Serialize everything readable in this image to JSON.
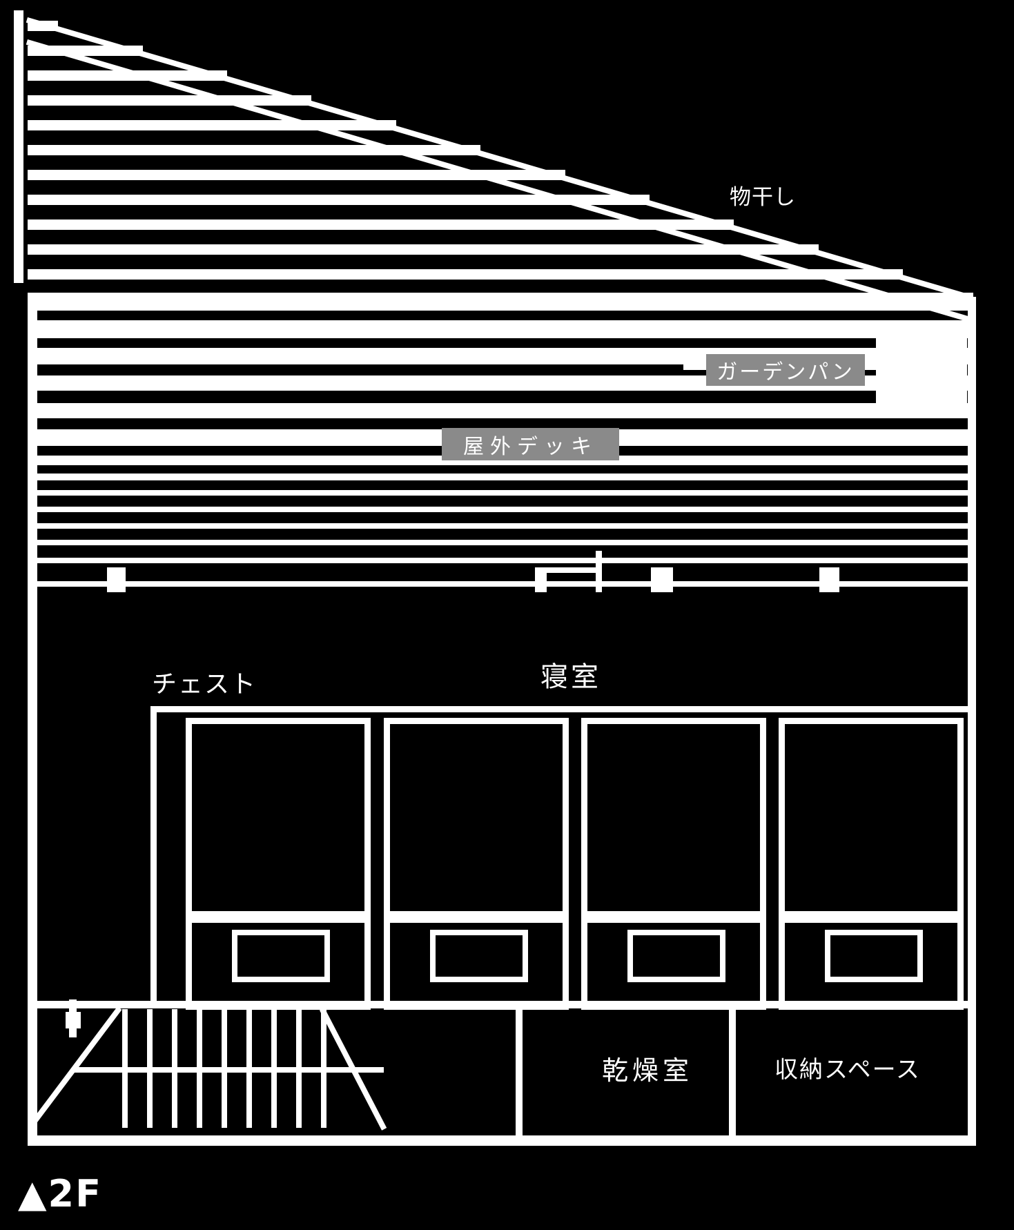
{
  "floor_plan": {
    "floor_label": "▲2F",
    "labels": {
      "roof_note": "物干し",
      "garden_pan": "ガーデンパン",
      "outdoor_deck": "屋外デッキ",
      "chest": "チェスト",
      "bedroom": "寝室",
      "drying_room": "乾燥室",
      "storage_space": "収納スペース"
    },
    "colors": {
      "background": "#000000",
      "line": "#ffffff",
      "label_background": "#8a8a8a",
      "label_text": "#ffffff"
    }
  }
}
